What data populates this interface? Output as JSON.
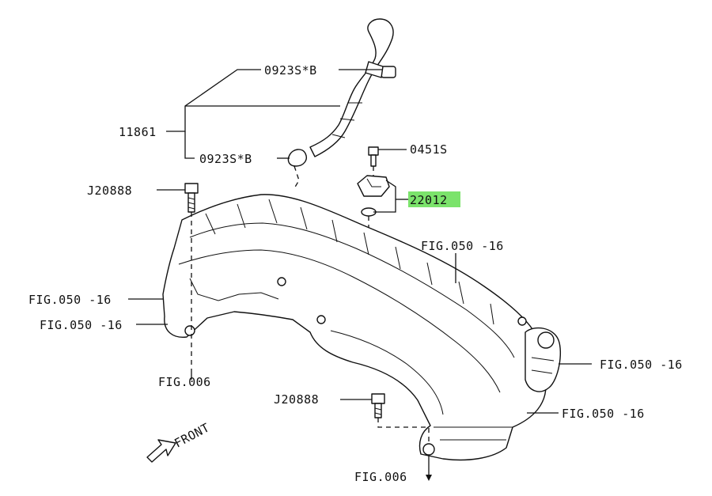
{
  "labels": {
    "hose_clamp_upper": "0923S*B",
    "hose_assy": "11861",
    "hose_clamp_lower": "0923S*B",
    "bolt_sensor": "0451S",
    "sensor": "22012",
    "bolt_left": "J20888",
    "fig_right_top": "FIG.050 -16",
    "fig_left_1": "FIG.050 -16",
    "fig_left_2": "FIG.050 -16",
    "fig_right_mid": "FIG.050 -16",
    "fig_right_low": "FIG.050 -16",
    "fig_bottom_left": "FIG.006",
    "bolt_center": "J20888",
    "fig_bottom": "FIG.006",
    "front": "FRONT"
  },
  "colors": {
    "highlight": "#7be36b",
    "line": "#111111"
  },
  "icons": [
    "front-arrow-icon"
  ]
}
